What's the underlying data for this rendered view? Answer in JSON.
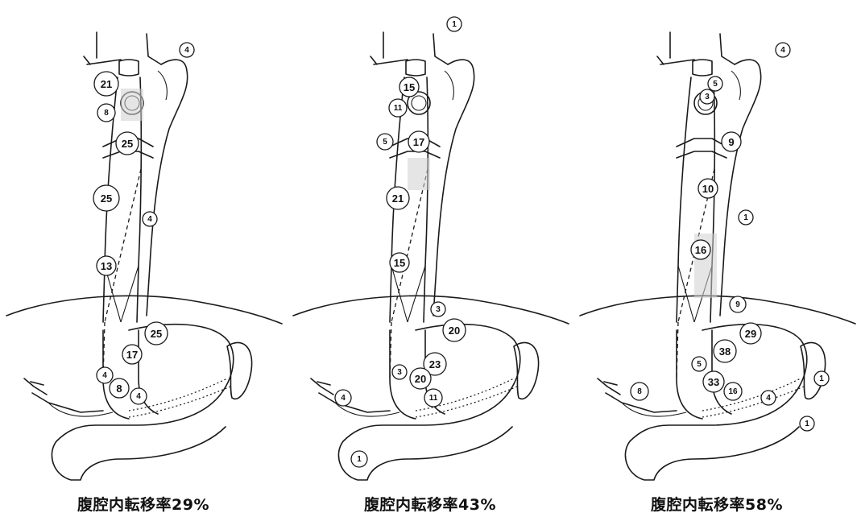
{
  "panels": [
    {
      "caption": "腹腔内転移率29%",
      "nodes": [
        {
          "label": "4"
        },
        {
          "label": "21"
        },
        {
          "label": "8"
        },
        {
          "label": "25"
        },
        {
          "label": "25"
        },
        {
          "label": "4"
        },
        {
          "label": "13"
        },
        {
          "label": "25"
        },
        {
          "label": "17"
        },
        {
          "label": "4"
        },
        {
          "label": "8"
        },
        {
          "label": "4"
        }
      ]
    },
    {
      "caption": "腹腔内転移率43%",
      "nodes": [
        {
          "label": "1"
        },
        {
          "label": "15"
        },
        {
          "label": "11"
        },
        {
          "label": "5"
        },
        {
          "label": "17"
        },
        {
          "label": "21"
        },
        {
          "label": "15"
        },
        {
          "label": "3"
        },
        {
          "label": "20"
        },
        {
          "label": "23"
        },
        {
          "label": "3"
        },
        {
          "label": "20"
        },
        {
          "label": "11"
        },
        {
          "label": "4"
        },
        {
          "label": "1"
        }
      ]
    },
    {
      "caption": "腹腔内転移率58%",
      "nodes": [
        {
          "label": "4"
        },
        {
          "label": "5"
        },
        {
          "label": "3"
        },
        {
          "label": "9"
        },
        {
          "label": "10"
        },
        {
          "label": "1"
        },
        {
          "label": "16"
        },
        {
          "label": "9"
        },
        {
          "label": "29"
        },
        {
          "label": "38"
        },
        {
          "label": "5"
        },
        {
          "label": "33"
        },
        {
          "label": "16"
        },
        {
          "label": "8"
        },
        {
          "label": "4"
        },
        {
          "label": "1"
        },
        {
          "label": "1"
        }
      ]
    }
  ]
}
